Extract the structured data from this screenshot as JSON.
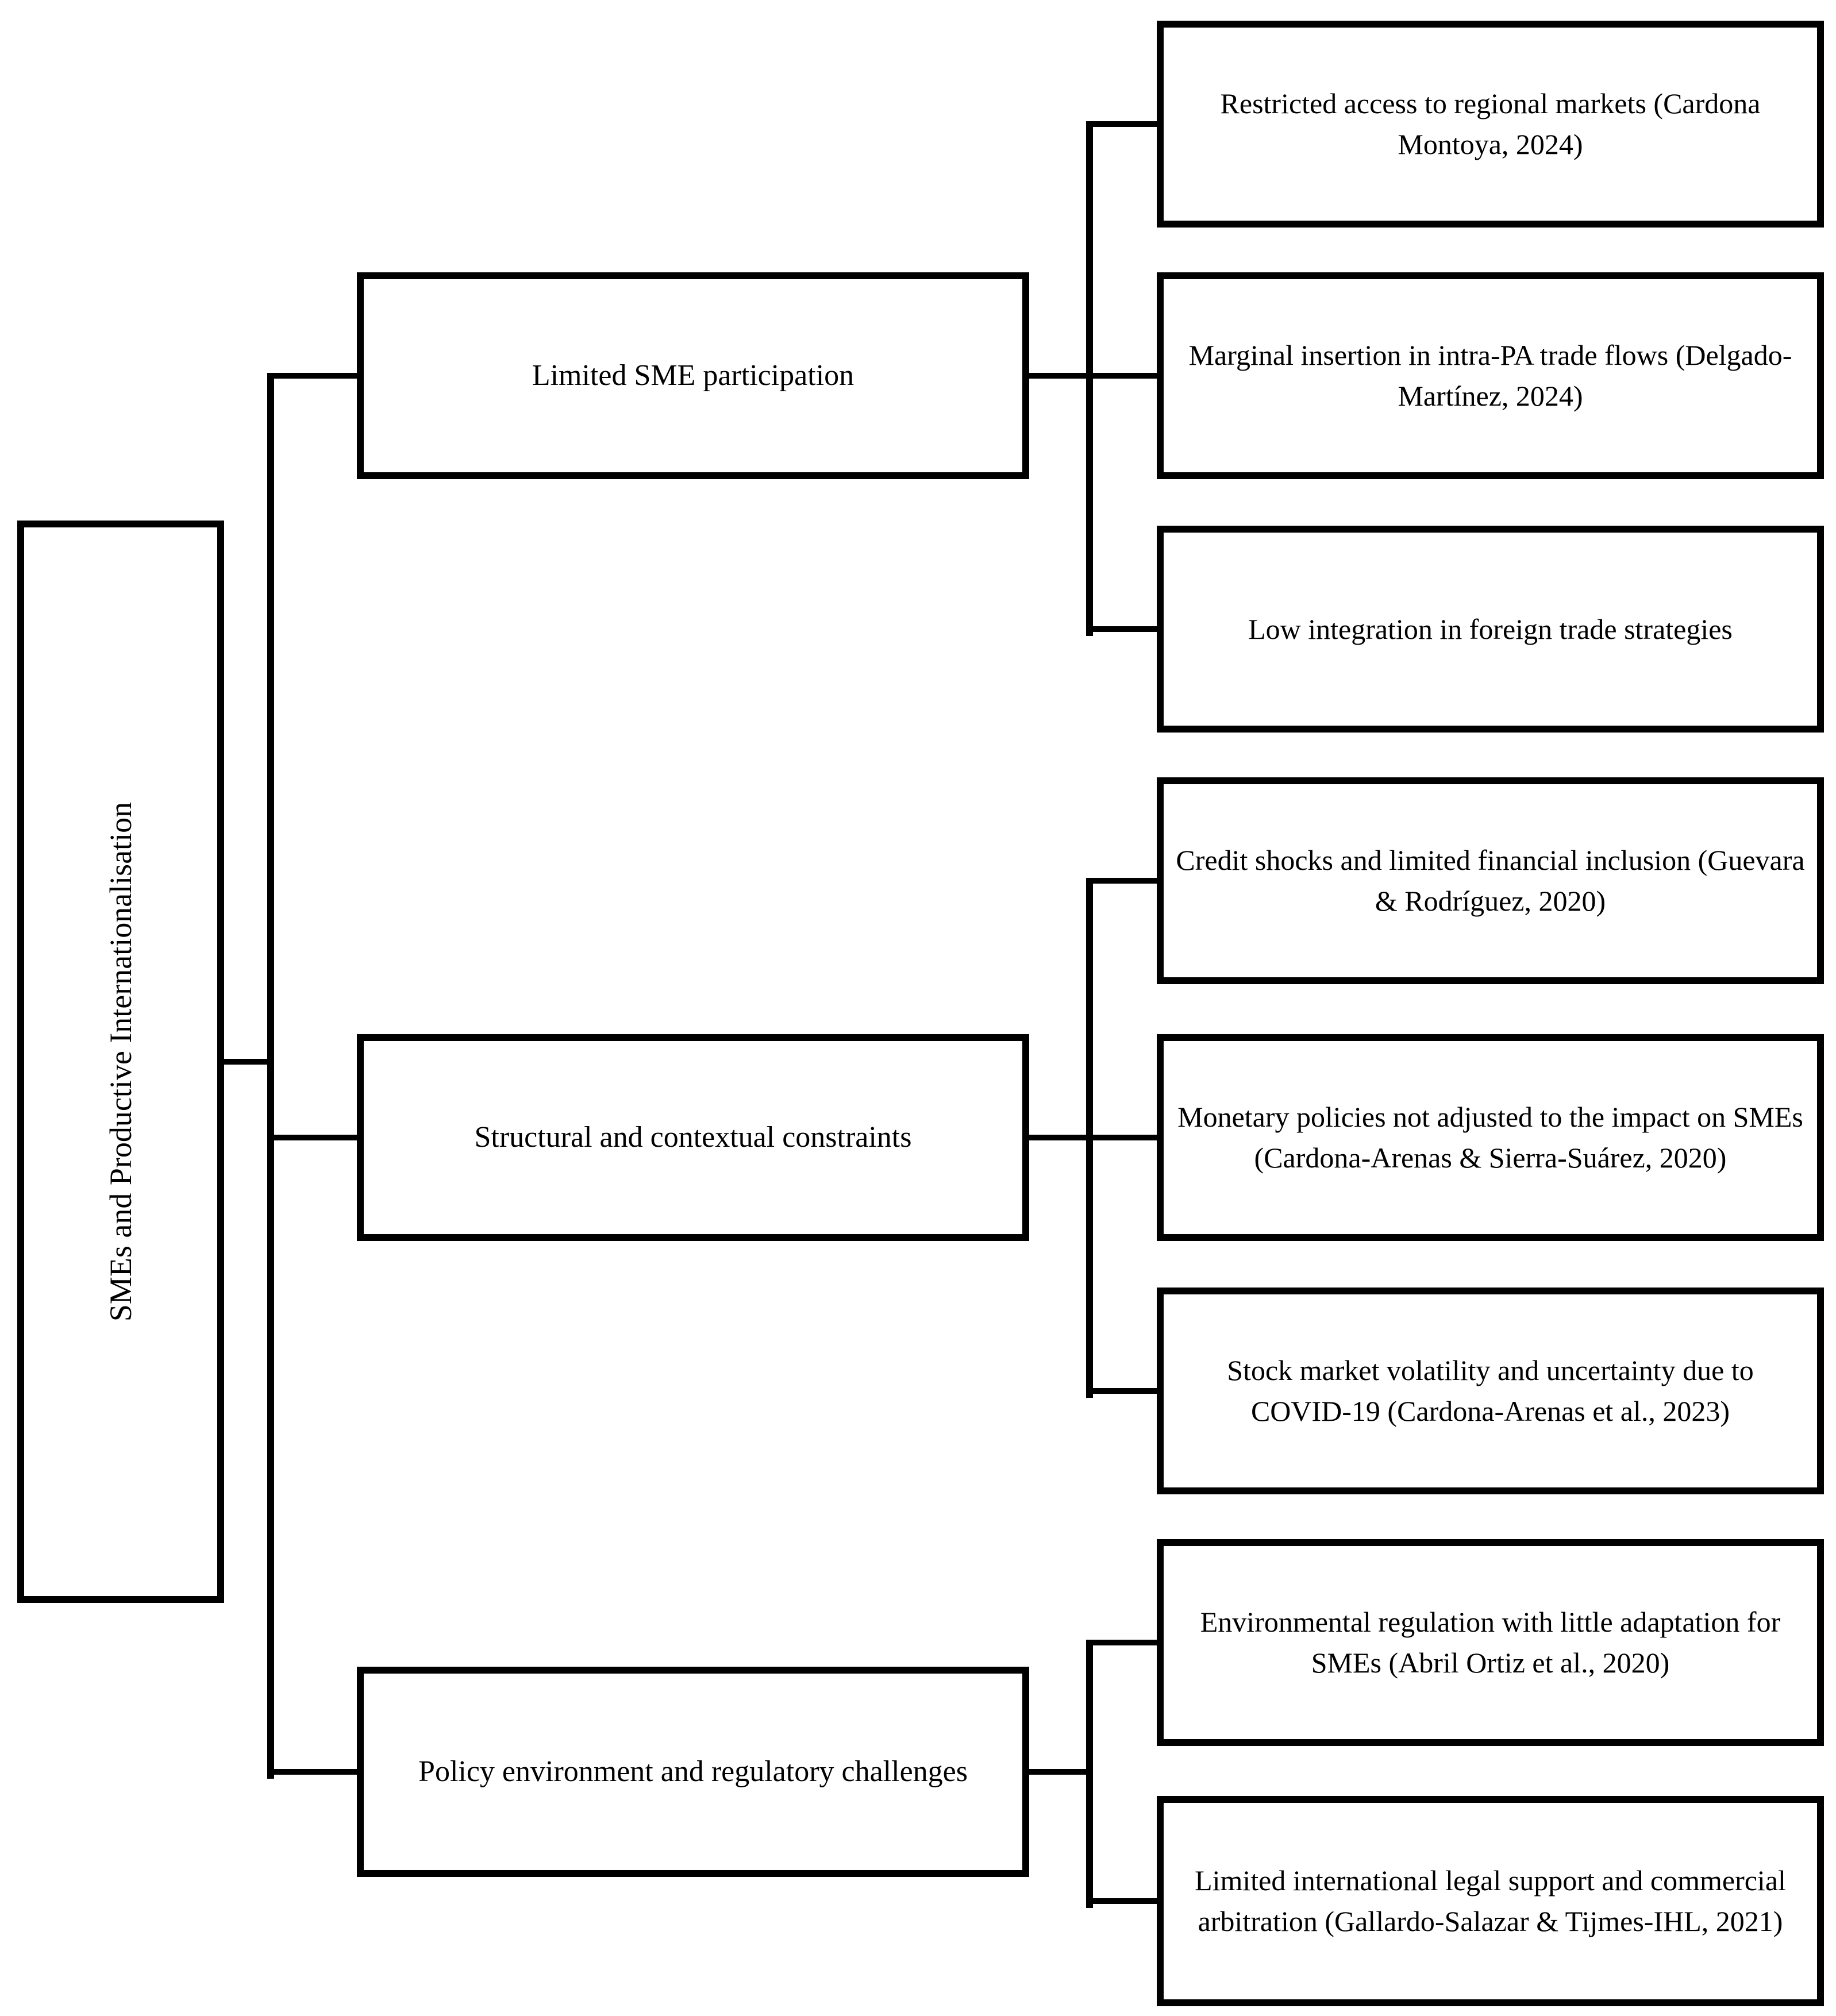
{
  "diagram": {
    "root": {
      "label": "SMEs and Productive Internationalisation"
    },
    "branches": [
      {
        "label": "Limited SME participation",
        "children": [
          "Restricted access to regional markets (Cardona Montoya, 2024)",
          "Marginal insertion in intra-PA trade flows (Delgado-Martínez, 2024)",
          "Low integration in foreign trade strategies"
        ]
      },
      {
        "label": "Structural and contextual constraints",
        "children": [
          "Credit shocks and limited financial inclusion (Guevara & Rodríguez, 2020)",
          "Monetary policies not adjusted to the impact on SMEs (Cardona-Arenas & Sierra-Suárez, 2020)",
          "Stock market volatility and uncertainty due to COVID-19 (Cardona-Arenas et al., 2023)"
        ]
      },
      {
        "label": "Policy environment and regulatory challenges",
        "children": [
          "Environmental regulation with little adaptation for SMEs (Abril Ortiz et al., 2020)",
          "Limited international legal support and commercial arbitration (Gallardo-Salazar & Tijmes-IHL, 2021)"
        ]
      }
    ]
  },
  "colors": {
    "line": "#000000",
    "box_border": "#000000",
    "box_background": "#ffffff",
    "text": "#000000",
    "page_background": "#ffffff"
  }
}
